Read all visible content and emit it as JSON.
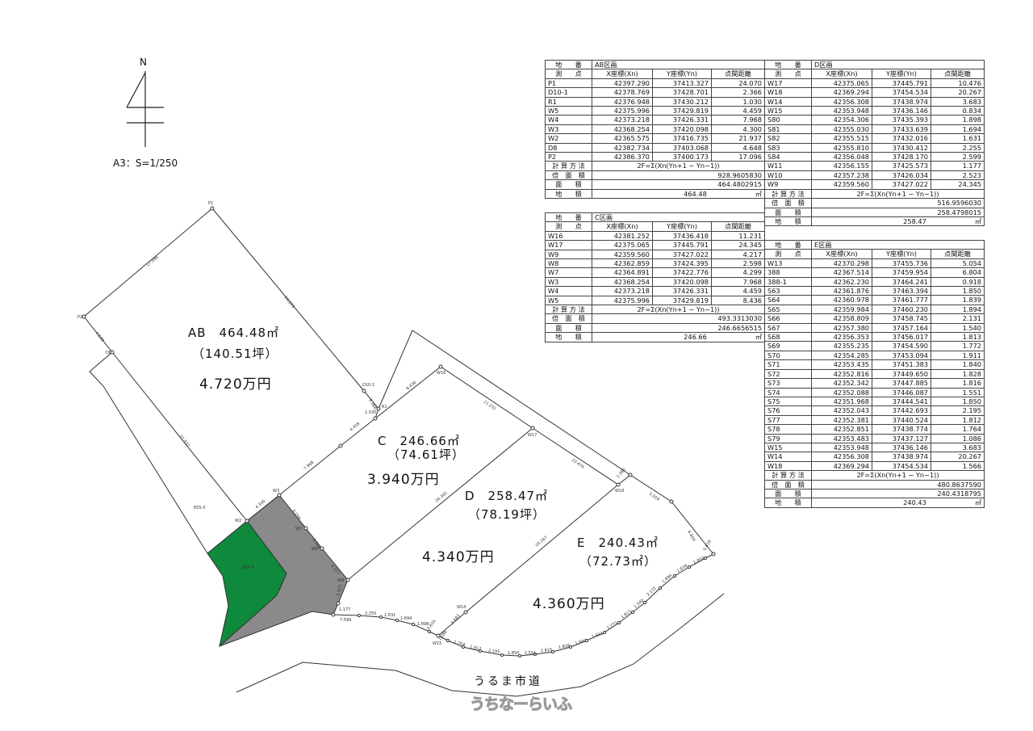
{
  "north_label": "N",
  "scale_text": "A3：S=1/250",
  "road_label": "うるま市道",
  "watermark": "うちなーらいふ",
  "parcels": {
    "AB": {
      "area": "AB　464.48㎡",
      "tsubo": "（140.51坪）",
      "price": "4.720万円"
    },
    "C": {
      "area": "C　246.66㎡",
      "tsubo": "（74.61坪）",
      "price": "3.940万円"
    },
    "D": {
      "area": "D　258.47㎡",
      "tsubo": "（78.19坪）",
      "price": "4.340万円"
    },
    "E": {
      "area": "E　240.43㎡",
      "tsubo": "（72.73㎡）",
      "price": "4.360万円"
    }
  },
  "map_labels": [
    "P1",
    "P2",
    "D8",
    "D10-1",
    "R1",
    "1.030",
    "W3",
    "W2",
    "W7",
    "W8",
    "W9",
    "W16",
    "W17",
    "W18",
    "W14",
    "W15",
    "655-5",
    "655-6",
    "17.096",
    "24.070",
    "4.648",
    "21.937",
    "2.366",
    "8.436",
    "4.459",
    "7.968",
    "4.300",
    "4.299",
    "2.598",
    "4.217",
    "11.231",
    "24.345",
    "10.476",
    "1.566",
    "5.054",
    "6.804",
    "0.918",
    "20.267",
    "3.683",
    "1.177",
    "7.599",
    "2.523",
    "0.834",
    "1.086",
    "2.255",
    "1.631",
    "1.694",
    "1.898",
    "1.764",
    "1.812",
    "2.195",
    "1.850",
    "1.551",
    "1.816",
    "1.828",
    "1.840",
    "1.911",
    "1.772",
    "1.813",
    "1.540",
    "2.131",
    "1.894",
    "1.839",
    "1.850"
  ],
  "table_headers": {
    "lot": "地　　番",
    "point": "測　　点",
    "x": "X座標(Xn)",
    "y": "Y座標(Yn)",
    "dist": "点間距離",
    "method": "計 算 方 法",
    "double_area": "倍　面　積",
    "area": "面　　積",
    "land_area": "地　　積",
    "unit": "㎡"
  },
  "tables": [
    {
      "lot": "AB区画",
      "rows": [
        [
          "P1",
          "42397.290",
          "37413.327",
          "24.070"
        ],
        [
          "D10-1",
          "42378.769",
          "37428.701",
          "2.366"
        ],
        [
          "R1",
          "42376.948",
          "37430.212",
          "1.030"
        ],
        [
          "W5",
          "42375.996",
          "37429.819",
          "4.459"
        ],
        [
          "W4",
          "42373.218",
          "37426.331",
          "7.968"
        ],
        [
          "W3",
          "42368.254",
          "37420.098",
          "4.300"
        ],
        [
          "W2",
          "42365.575",
          "37416.735",
          "21.937"
        ],
        [
          "D8",
          "42382.734",
          "37403.068",
          "4.648"
        ],
        [
          "P2",
          "42386.370",
          "37400.173",
          "17.096"
        ]
      ],
      "method": "2F=Σ(Xn(Yn+1 − Yn−1))",
      "double_area": "928.9605830",
      "area": "464.4802915",
      "land_area": "464.48"
    },
    {
      "lot": "C区画",
      "rows": [
        [
          "W16",
          "42381.252",
          "37436.418",
          "11.231"
        ],
        [
          "W17",
          "42375.065",
          "37445.791",
          "24.345"
        ],
        [
          "W9",
          "42359.560",
          "37427.022",
          "4.217"
        ],
        [
          "W8",
          "42362.859",
          "37424.395",
          "2.598"
        ],
        [
          "W7",
          "42364.891",
          "37422.776",
          "4.299"
        ],
        [
          "W3",
          "42368.254",
          "37420.098",
          "7.968"
        ],
        [
          "W4",
          "42373.218",
          "37426.331",
          "4.459"
        ],
        [
          "W5",
          "42375.996",
          "37429.819",
          "8.436"
        ]
      ],
      "method": "2F=Σ(Xn(Yn+1 − Yn−1))",
      "double_area": "493.3313030",
      "area": "246.6656515",
      "land_area": "246.66"
    },
    {
      "lot": "D区画",
      "rows": [
        [
          "W17",
          "42375.065",
          "37445.791",
          "10.476"
        ],
        [
          "W18",
          "42369.294",
          "37454.534",
          "20.267"
        ],
        [
          "W14",
          "42356.308",
          "37438.974",
          "3.683"
        ],
        [
          "W15",
          "42353.948",
          "37436.146",
          "0.834"
        ],
        [
          "S80",
          "42354.306",
          "37435.393",
          "1.898"
        ],
        [
          "S81",
          "42355.030",
          "37433.639",
          "1.694"
        ],
        [
          "S82",
          "42355.515",
          "37432.016",
          "1.631"
        ],
        [
          "S83",
          "42355.810",
          "37430.412",
          "2.255"
        ],
        [
          "S84",
          "42356.048",
          "37428.170",
          "2.599"
        ],
        [
          "W11",
          "42356.155",
          "37425.573",
          "1.177"
        ],
        [
          "W10",
          "42357.238",
          "37426.034",
          "2.523"
        ],
        [
          "W9",
          "42359.560",
          "37427.022",
          "24.345"
        ]
      ],
      "method": "2F=Σ(Xn(Yn+1 − Yn−1))",
      "double_area": "516.9596030",
      "area": "258.4798015",
      "land_area": "258.47"
    },
    {
      "lot": "E区画",
      "rows": [
        [
          "W13",
          "42370.298",
          "37455.736",
          "5.054"
        ],
        [
          "388",
          "42367.514",
          "37459.954",
          "6.804"
        ],
        [
          "388-1",
          "42362.230",
          "37464.241",
          "0.918"
        ],
        [
          "S63",
          "42361.876",
          "37463.394",
          "1.850"
        ],
        [
          "S64",
          "42360.978",
          "37461.777",
          "1.839"
        ],
        [
          "S65",
          "42359.984",
          "37460.230",
          "1.894"
        ],
        [
          "S66",
          "42358.809",
          "37458.745",
          "2.131"
        ],
        [
          "S67",
          "42357.380",
          "37457.164",
          "1.540"
        ],
        [
          "S68",
          "42356.353",
          "37456.017",
          "1.813"
        ],
        [
          "S69",
          "42355.235",
          "37454.590",
          "1.772"
        ],
        [
          "S70",
          "42354.285",
          "37453.094",
          "1.911"
        ],
        [
          "S71",
          "42353.435",
          "37451.383",
          "1.840"
        ],
        [
          "S72",
          "42352.816",
          "37449.650",
          "1.828"
        ],
        [
          "S73",
          "42352.342",
          "37447.885",
          "1.816"
        ],
        [
          "S74",
          "42352.088",
          "37446.087",
          "1.551"
        ],
        [
          "S75",
          "42351.968",
          "37444.541",
          "1.850"
        ],
        [
          "S76",
          "42352.043",
          "37442.693",
          "2.195"
        ],
        [
          "S77",
          "42352.381",
          "37440.524",
          "1.812"
        ],
        [
          "S78",
          "42352.851",
          "37438.774",
          "1.764"
        ],
        [
          "S79",
          "42353.483",
          "37437.127",
          "1.086"
        ],
        [
          "W15",
          "42353.948",
          "37436.146",
          "3.683"
        ],
        [
          "W14",
          "42356.308",
          "37438.974",
          "20.267"
        ],
        [
          "W18",
          "42369.294",
          "37454.534",
          "1.566"
        ]
      ],
      "method": "2F=Σ(Xn(Yn+1 − Yn−1))",
      "double_area": "480.8637590",
      "area": "240.4318795",
      "land_area": "240.43"
    }
  ],
  "colors": {
    "green_lot": "#0f8a3c",
    "gray_lot": "#8a8a8a",
    "line": "#333333"
  }
}
